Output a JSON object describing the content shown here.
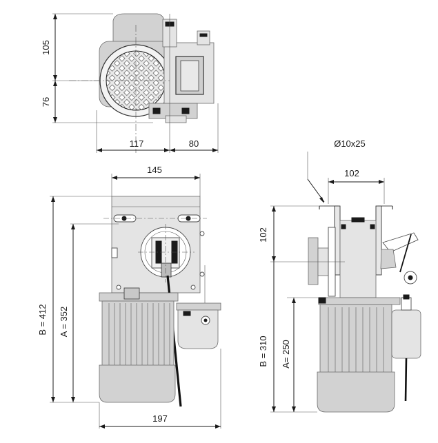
{
  "dimensions": {
    "top_height_upper": "105",
    "top_height_lower": "76",
    "top_width_left": "117",
    "top_width_right": "80",
    "front_width": "145",
    "front_height_B": "B = 412",
    "front_height_A": "A = 352",
    "front_base_width": "197",
    "side_hole": "Ø10x25",
    "side_hole_spacing": "102",
    "side_height_upper": "102",
    "side_height_B": "B = 310",
    "side_height_A": "A= 250"
  }
}
